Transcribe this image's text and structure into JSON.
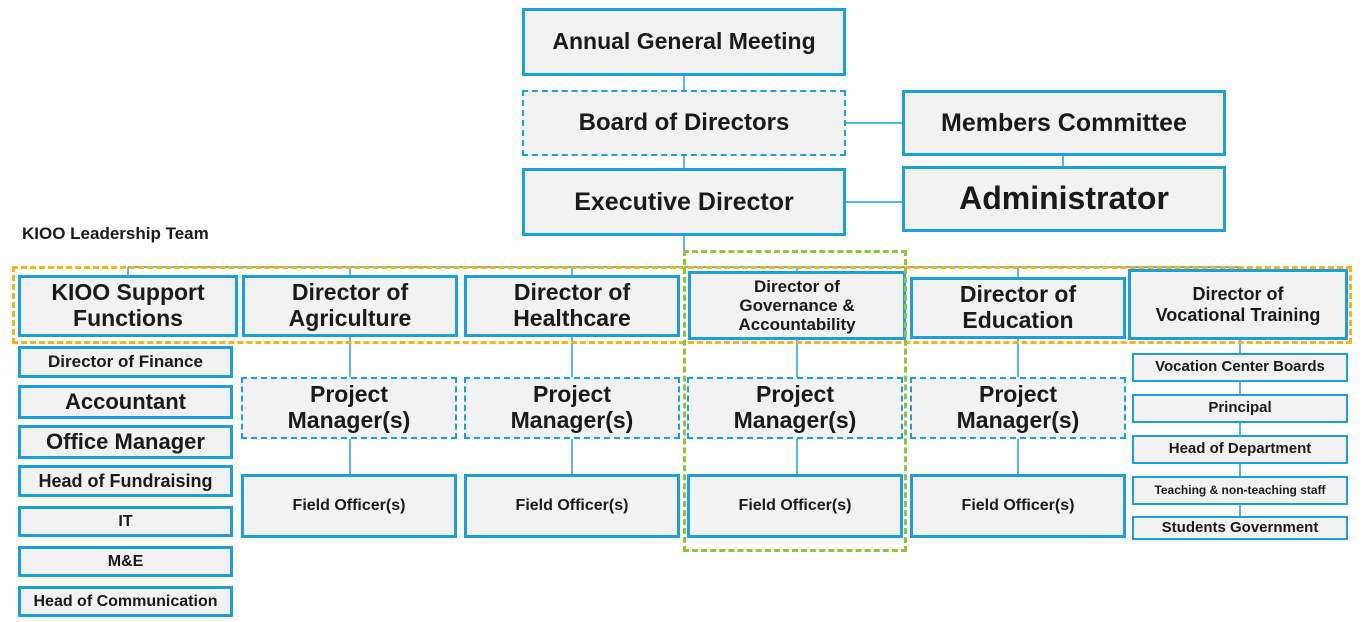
{
  "colors": {
    "box_border": "#1ca0dc",
    "box_fill": "#f2f2f2",
    "line": "#1ca0dc",
    "leadership_group": "#f6b31b",
    "governance_group": "#8cc63f",
    "text": "#1a1a1a"
  },
  "top": {
    "agm": "Annual General Meeting",
    "board": "Board of Directors",
    "members": "Members Committee",
    "executive": "Executive Director",
    "administrator": "Administrator"
  },
  "leadership_label": "KIOO Leadership Team",
  "columns": {
    "support": {
      "title": "KIOO Support\nFunctions",
      "items": [
        "Director of Finance",
        "Accountant",
        "Office Manager",
        "Head of Fundraising",
        "IT",
        "M&E",
        "Head of Communication"
      ]
    },
    "agriculture": {
      "title": "Director of\nAgriculture",
      "pm": "Project\nManager(s)",
      "fo": "Field Officer(s)"
    },
    "healthcare": {
      "title": "Director of\nHealthcare",
      "pm": "Project\nManager(s)",
      "fo": "Field Officer(s)"
    },
    "governance": {
      "title": "Director of\nGovernance &\nAccountability",
      "pm": "Project\nManager(s)",
      "fo": "Field Officer(s)"
    },
    "education": {
      "title": "Director of\nEducation",
      "pm": "Project\nManager(s)",
      "fo": "Field Officer(s)"
    },
    "vocational": {
      "title": "Director of\nVocational Training",
      "items": [
        "Vocation Center Boards",
        "Principal",
        "Head of Department",
        "Teaching & non-teaching staff",
        "Students Government"
      ]
    }
  }
}
